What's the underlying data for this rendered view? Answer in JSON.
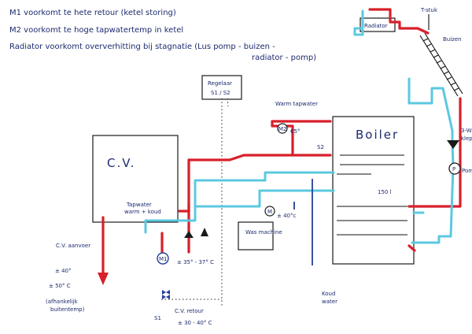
{
  "notes": [
    "M1 voorkomt te hete retour (ketel storing)",
    "M2 voorkomt te hoge tapwatertemp in ketel",
    "Radiator voorkomt oververhitting bij stagnatie (Lus pomp - buizen -",
    "radiator - pomp)"
  ],
  "labels": {
    "radiator": "Radiator",
    "t_stuk": "T-stuk",
    "buizen": "Buizen",
    "regelaar": "Regelaar",
    "regelaar_sub": "S1 / S2",
    "warm_tapwater": "Warm tapwater",
    "m2": "M2",
    "m2_temp": "65°",
    "s2": "S2",
    "boiler": "Boiler",
    "cv": "C.V.",
    "tapwater_warm": "Tapwater",
    "tapwater_warm2": "warm + koud",
    "m_small": "M",
    "m_small_temp": "± 40°c",
    "wasmachine": "Was machine",
    "liters": "150 l",
    "cv_aanvoer": "C.V. aanvoer",
    "aanvoer_temp1": "± 40°",
    "aanvoer_temp2": "± 50° C",
    "afhankelijk1": "(afhankelijk",
    "afhankelijk2": "buitentemp)",
    "m1": "M1",
    "m1_temp": "± 35° - 37° C",
    "s1": "S1",
    "cv_retour": "C.V. retour",
    "retour_temp": "± 30 - 40° C",
    "koud_water1": "Koud",
    "koud_water2": "water",
    "wegklep1": "3-W",
    "wegklep2": "klep",
    "pomp": "Pomp",
    "pomp_symbol": "P"
  },
  "colors": {
    "hot": "#d8202a",
    "cold_cyan": "#5cc8e0",
    "cold_blue": "#233f9c",
    "ink": "#1c2a6e"
  }
}
